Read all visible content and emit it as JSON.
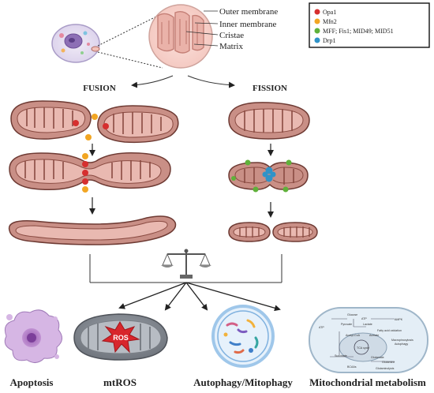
{
  "cell_labels": {
    "outer_membrane": "Outer membrane",
    "inner_membrane": "Inner membrane",
    "cristae": "Cristae",
    "matrix": "Matrix"
  },
  "legend": {
    "items": [
      {
        "label": "Opa1",
        "color": "#d62f2f"
      },
      {
        "label": "Mfn2",
        "color": "#f2a623"
      },
      {
        "label": "MFF; Fis1; MID49; MID51",
        "color": "#5fb13a"
      },
      {
        "label": "Drp1",
        "color": "#2f93c8"
      }
    ]
  },
  "processes": {
    "fusion": "FUSION",
    "fission": "FISSION"
  },
  "outcomes": {
    "apoptosis": "Apoptosis",
    "mtros": "mtROS",
    "ros_label": "ROS",
    "autophagy": "Autophagy/Mitophagy",
    "metabolism": "Mitochondrial metabolism"
  },
  "metabolism_map": {
    "labels": [
      "Glucose",
      "ATP",
      "Pyruvate",
      "Lactate",
      "AMPK",
      "Fatty acid oxidation",
      "Acetate",
      "Acetyl-CoA",
      "Macropinocytosis",
      "Autophagy",
      "TCA cycle",
      "Glutamine",
      "Glutamate",
      "ATP",
      "Succinate",
      "BCAAs",
      "Glutaminolysis"
    ]
  },
  "colors": {
    "mito_fill": "#c98f86",
    "mito_dark": "#9c5b52",
    "mito_stroke": "#6e3a33",
    "cristae_fill": "#e9b9b1",
    "arrow": "#222222"
  }
}
